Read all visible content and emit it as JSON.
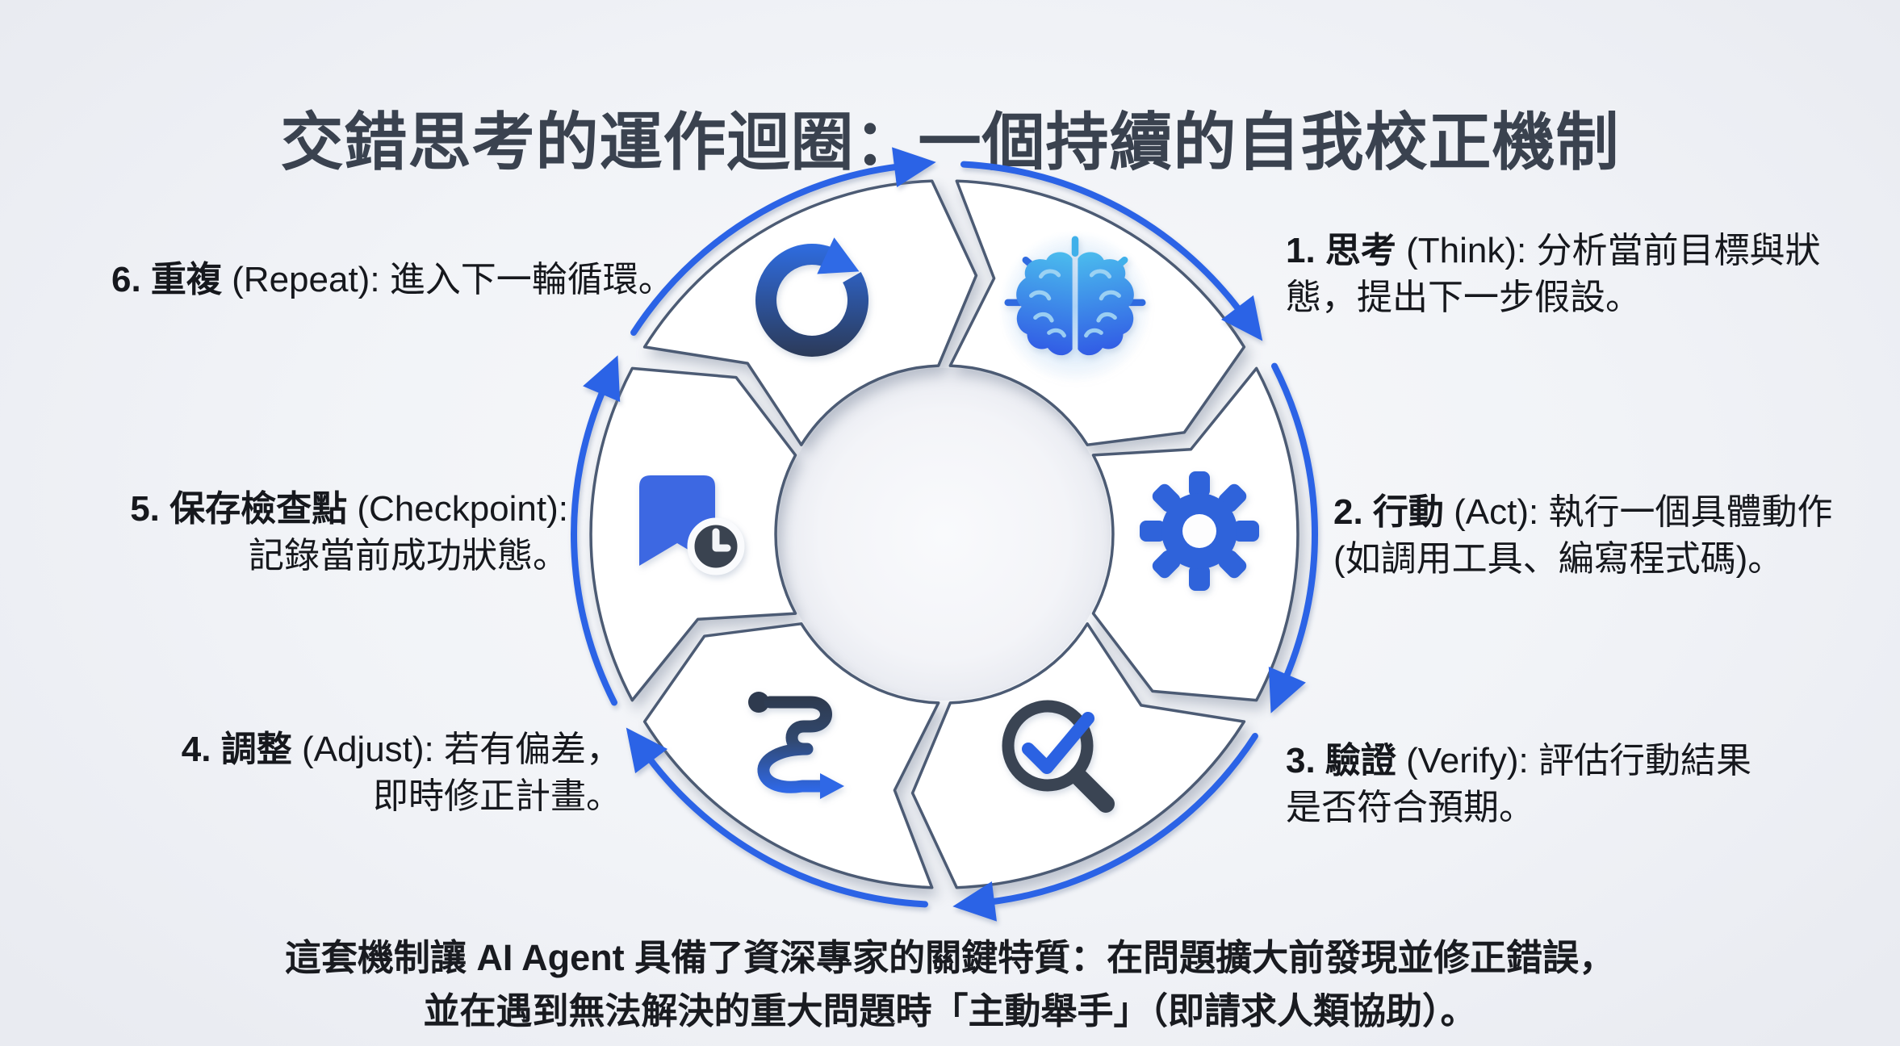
{
  "title": "交錯思考的運作迴圈：一個持續的自我校正機制",
  "steps": [
    {
      "id": 1,
      "lead": "1. 思考",
      "line1": " (Think): 分析當前目標與狀",
      "line2": "態，提出下一步假設。",
      "icon": "brain-icon"
    },
    {
      "id": 2,
      "lead": "2. 行動",
      "line1": " (Act): 執行一個具體動作",
      "line2": "(如調用工具、編寫程式碼)。",
      "icon": "gear-icon"
    },
    {
      "id": 3,
      "lead": "3. 驗證",
      "line1": " (Verify): 評估行動結果",
      "line2": "是否符合預期。",
      "icon": "magnifier-check-icon"
    },
    {
      "id": 4,
      "lead": "4. 調整",
      "line1": " (Adjust): 若有偏差，",
      "line2": "即時修正計畫。",
      "icon": "winding-route-icon"
    },
    {
      "id": 5,
      "lead": "5. 保存檢查點",
      "line1": " (Checkpoint):",
      "line2": "記錄當前成功狀態。",
      "icon": "bookmark-clock-icon"
    },
    {
      "id": 6,
      "lead": "6. 重複",
      "line1": " (Repeat): 進入下一輪循環。",
      "line2": "",
      "icon": "refresh-icon"
    }
  ],
  "footer": {
    "line1": "這套機制讓 AI Agent 具備了資深專家的關鍵特質：在問題擴大前發現並修正錯誤，",
    "line2": "並在遇到無法解決的重大問題時「主動舉手」（即請求人類協助）。"
  },
  "diagram": {
    "type": "cycle",
    "flow_direction": "clockwise",
    "segment_count": 6,
    "icons": [
      "refresh-icon",
      "brain-icon",
      "gear-icon",
      "magnifier-check-icon",
      "winding-route-icon",
      "bookmark-clock-icon"
    ]
  },
  "colors": {
    "accent_blue": "#2b63e6",
    "icon_blue": "#2f63da",
    "dark_navy": "#3a4453",
    "title_color": "#3a424f",
    "text_color": "#16181d",
    "background": "#f1f3f7",
    "segment_fill": "#ffffff",
    "segment_outline": "#4c5b74"
  }
}
